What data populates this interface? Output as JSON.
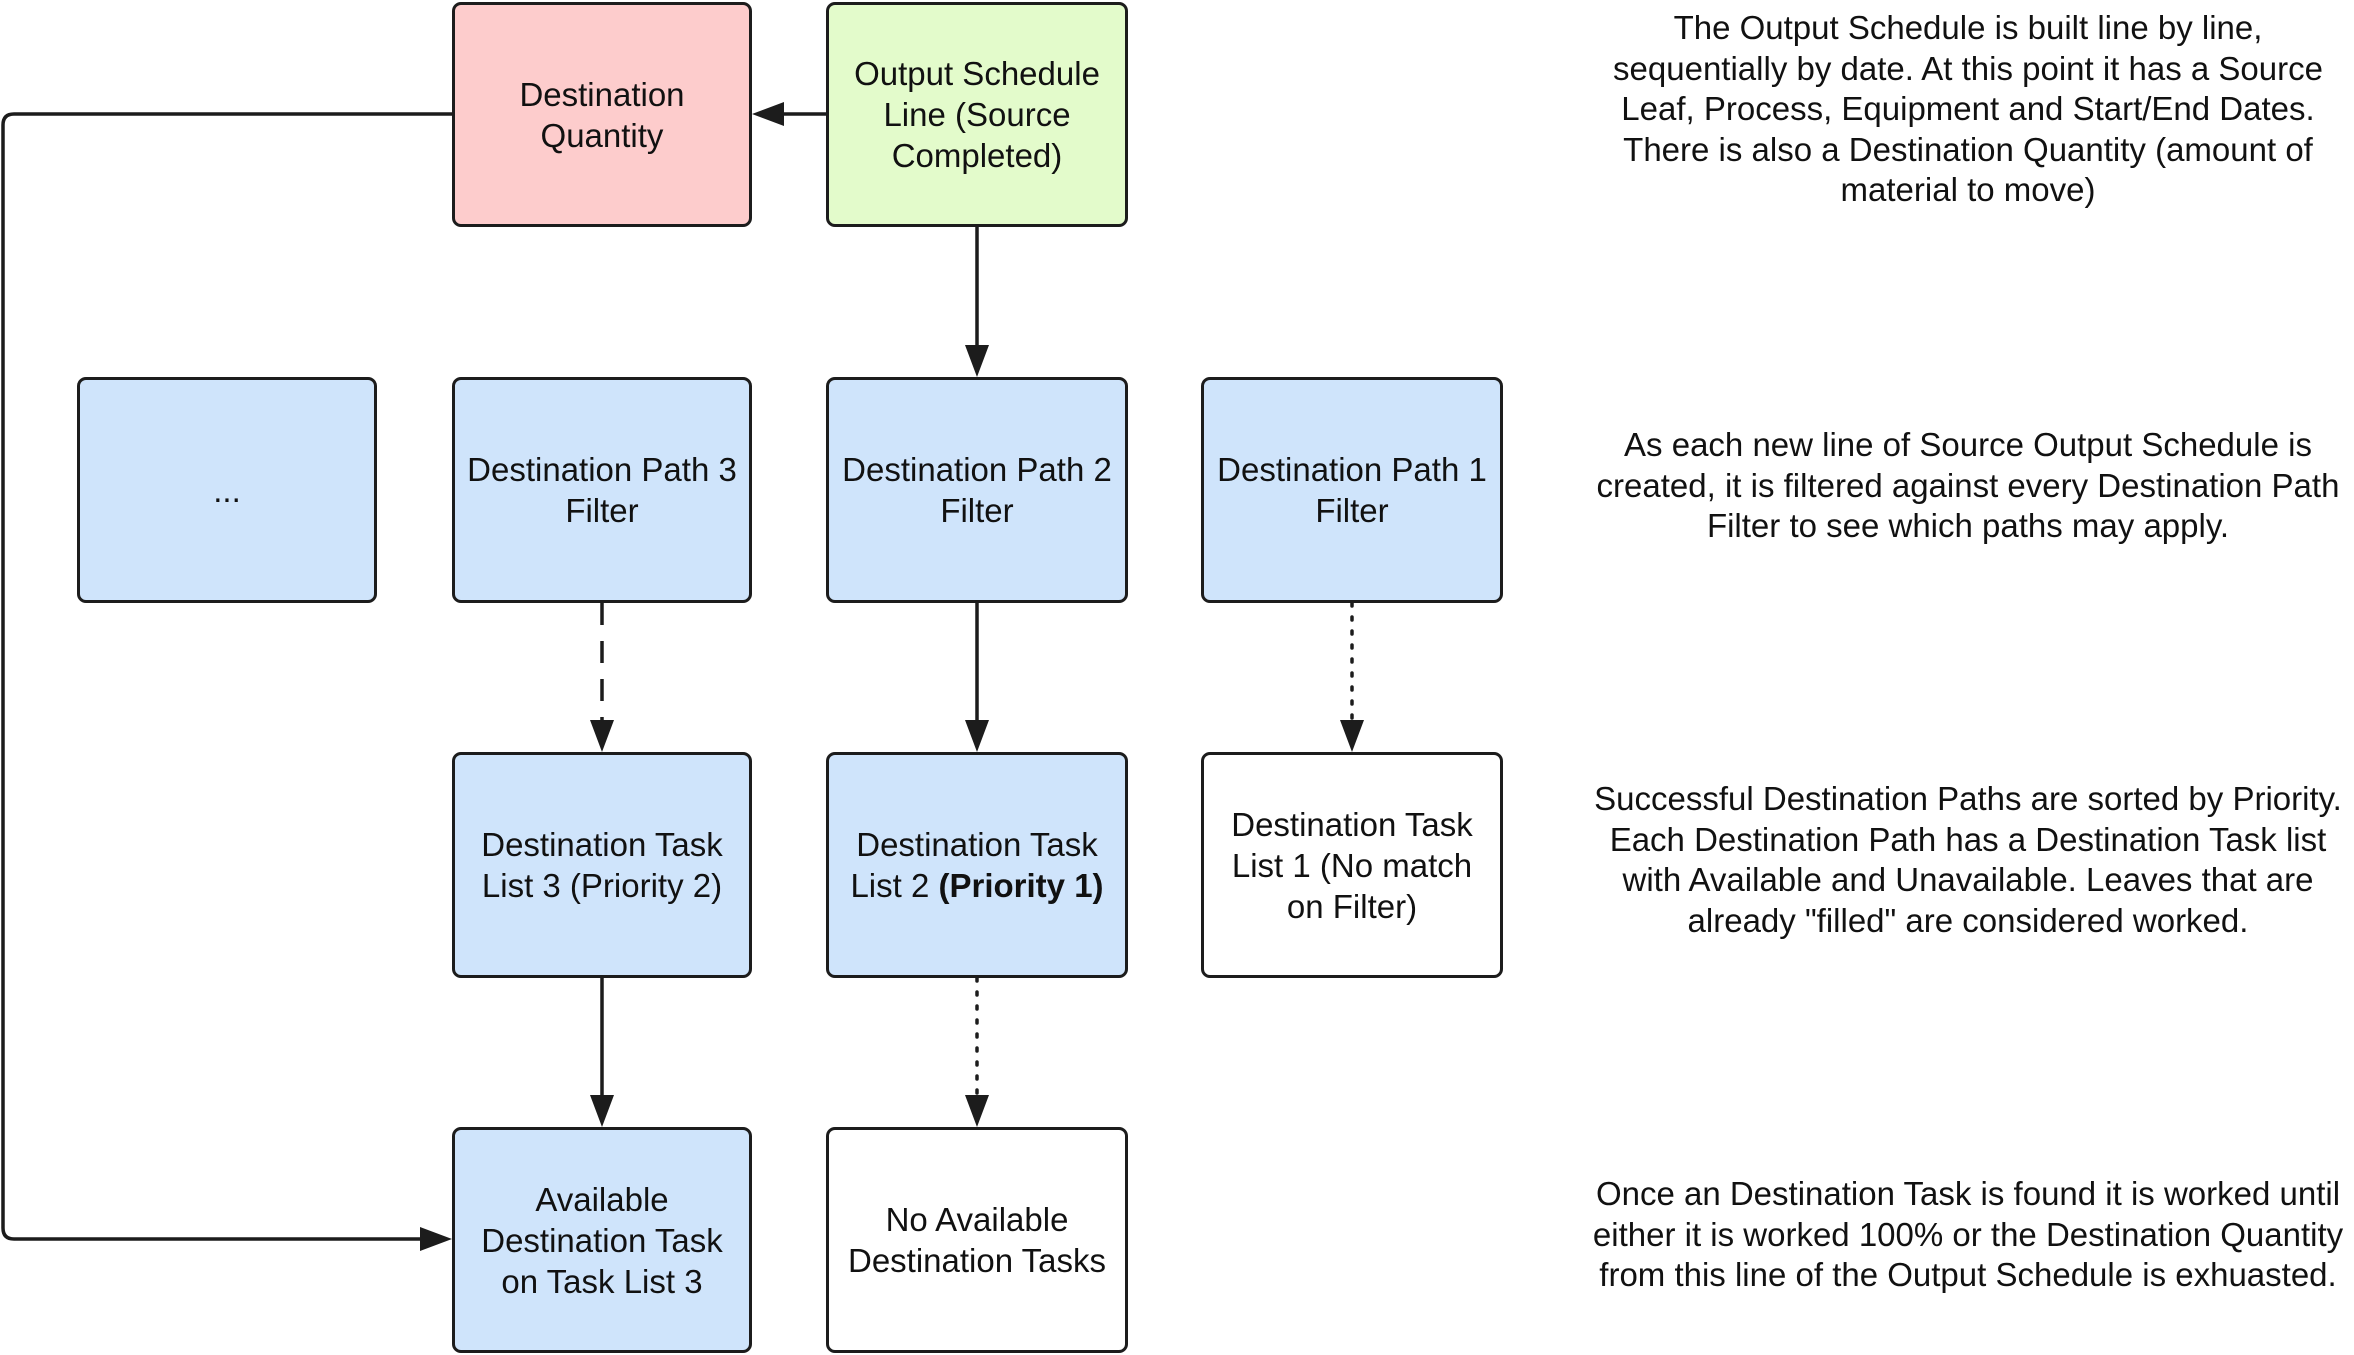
{
  "nodes": {
    "destination_quantity": {
      "lines": [
        "Destination",
        "Quantity"
      ]
    },
    "output_schedule_line": {
      "lines": [
        "Output Schedule",
        "Line (Source",
        "Completed)"
      ]
    },
    "ellipsis": {
      "lines": [
        "..."
      ]
    },
    "path3_filter": {
      "lines": [
        "Destination Path 3",
        "Filter"
      ]
    },
    "path2_filter": {
      "lines": [
        "Destination Path 2",
        "Filter"
      ]
    },
    "path1_filter": {
      "lines": [
        "Destination Path 1",
        "Filter"
      ]
    },
    "task_list3": {
      "lines": [
        "Destination Task",
        "List 3 (Priority 2)"
      ]
    },
    "task_list2": {
      "line1": "Destination Task",
      "line2_prefix": "List 2 ",
      "line2_bold": "(Priority 1)"
    },
    "task_list1": {
      "lines": [
        "Destination Task",
        "List 1 (No match",
        "on Filter)"
      ]
    },
    "available_task": {
      "lines": [
        "Available",
        "Destination Task",
        "on Task List 3"
      ]
    },
    "no_available": {
      "lines": [
        "No Available",
        "Destination Tasks"
      ]
    }
  },
  "notes": [
    {
      "lines": [
        "The Output Schedule is built line by line,",
        "sequentially by date. At this point it has a Source",
        "Leaf, Process, Equipment and Start/End Dates.",
        "There is also a Destination Quantity (amount of",
        "material to move)"
      ]
    },
    {
      "lines": [
        "As each new line of Source Output Schedule is",
        "created, it is filtered against every Destination Path",
        "Filter to see which paths may apply."
      ]
    },
    {
      "lines": [
        "Successful Destination Paths are sorted by Priority.",
        "Each Destination Path has a Destination Task list",
        "with Available and Unavailable. Leaves that are",
        "already \"filled\" are considered worked."
      ]
    },
    {
      "lines": [
        "Once an Destination Task is found it is worked until",
        "either it is worked 100% or the Destination Quantity",
        "from this line of the Output Schedule is exhuasted."
      ]
    }
  ],
  "edges": [
    {
      "from": "output_schedule_line",
      "to": "destination_quantity",
      "style": "solid"
    },
    {
      "from": "destination_quantity",
      "to": "available_task",
      "style": "solid"
    },
    {
      "from": "output_schedule_line",
      "to": "path2_filter",
      "style": "solid"
    },
    {
      "from": "path3_filter",
      "to": "task_list3",
      "style": "dashed"
    },
    {
      "from": "path2_filter",
      "to": "task_list2",
      "style": "solid"
    },
    {
      "from": "path1_filter",
      "to": "task_list1",
      "style": "dotted"
    },
    {
      "from": "task_list3",
      "to": "available_task",
      "style": "solid"
    },
    {
      "from": "task_list2",
      "to": "no_available",
      "style": "dotted"
    }
  ],
  "colors": {
    "blue": "#cfe4fb",
    "red": "#fdcccc",
    "green": "#e3fbcb",
    "stroke": "#1c1c1c"
  }
}
